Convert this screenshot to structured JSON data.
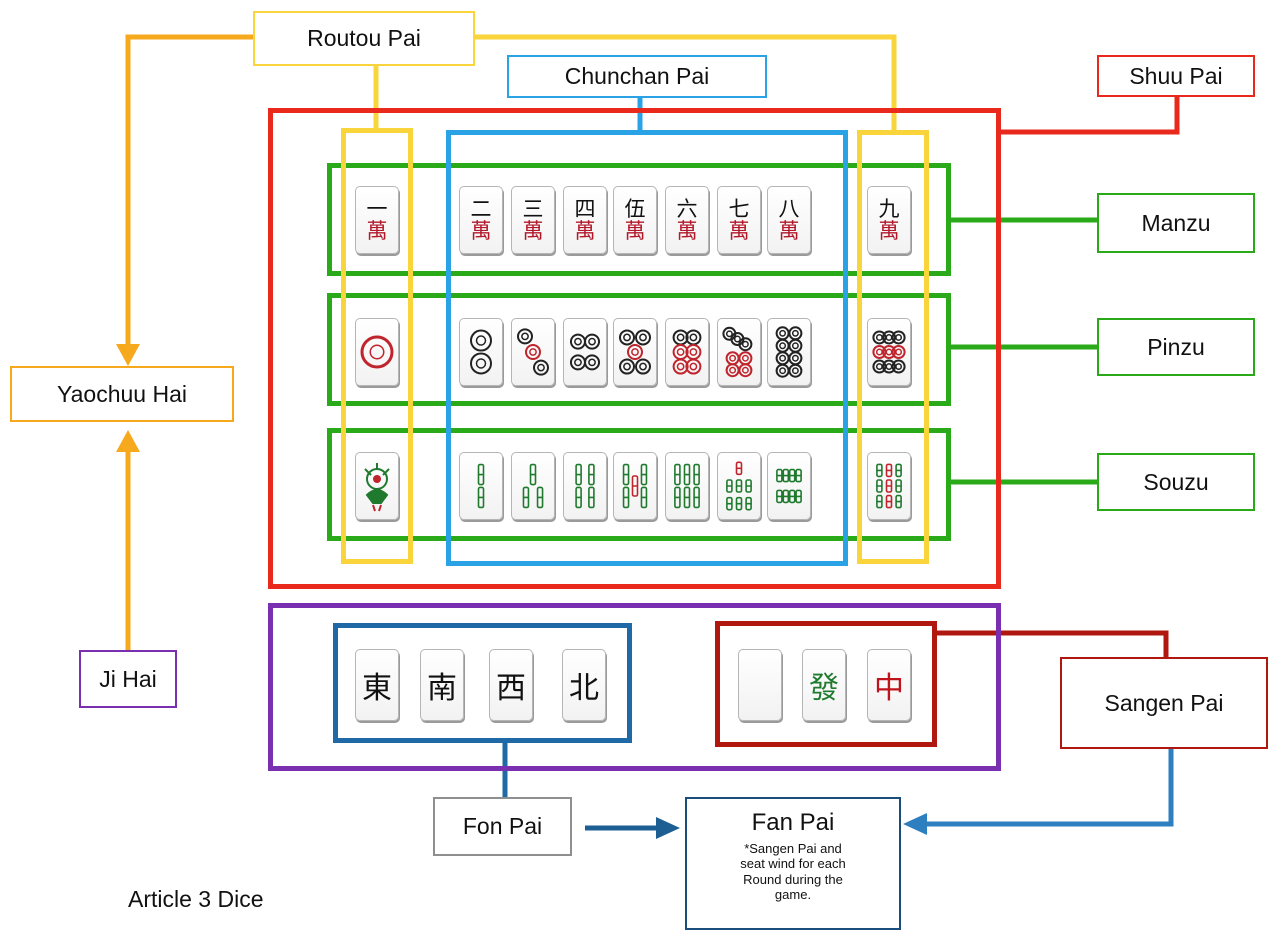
{
  "labels": {
    "routou": "Routou Pai",
    "chunchan": "Chunchan Pai",
    "shuu": "Shuu Pai",
    "manzu": "Manzu",
    "pinzu": "Pinzu",
    "souzu": "Souzu",
    "yaochuu": "Yaochuu Hai",
    "jihai": "Ji Hai",
    "sangen": "Sangen Pai",
    "fon": "Fon Pai",
    "fan_title": "Fan Pai",
    "fan_note": "*Sangen Pai and seat wind for each Round during the game.",
    "article": "Article 3 Dice"
  },
  "tiles": {
    "man_top": [
      "一",
      "二",
      "三",
      "四",
      "伍",
      "六",
      "七",
      "八",
      "九"
    ],
    "man_bottom": "萬",
    "pin_counts": [
      1,
      2,
      3,
      4,
      5,
      6,
      7,
      8,
      9
    ],
    "sou_counts": [
      1,
      2,
      3,
      4,
      5,
      6,
      7,
      8,
      9
    ],
    "winds": [
      "東",
      "南",
      "西",
      "北"
    ],
    "dragons": [
      "",
      "發",
      "中"
    ]
  },
  "colors": {
    "routou": "#f9d43a",
    "chunchan": "#2aa3e6",
    "shuu": "#e8291c",
    "suit": "#2aaa18",
    "yaochuu": "#f6a91d",
    "jihai": "#7a2fb0",
    "sangen": "#b0180f",
    "fon_box": "#1f6aa6",
    "fon_label": "#8f8f8f",
    "fan": "#1a4d7c",
    "fan_arrow": "#1d5f93",
    "sangen_arrow": "#2e7fbf",
    "dragon_green": "#1f7a2e",
    "dragon_red": "#c0141c"
  }
}
